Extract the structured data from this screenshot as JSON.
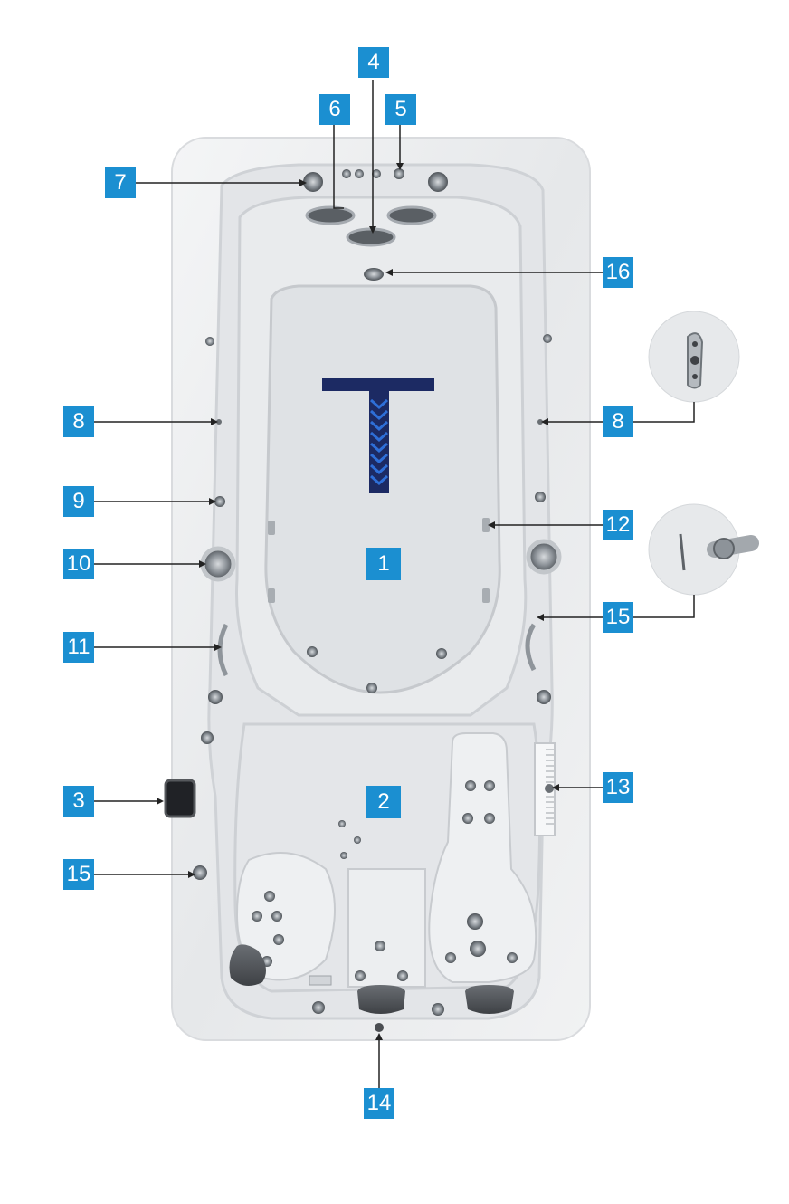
{
  "callouts": {
    "c1": "1",
    "c2": "2",
    "c3": "3",
    "c4": "4",
    "c5": "5",
    "c6": "6",
    "c7": "7",
    "c8_left": "8",
    "c8_right": "8",
    "c9": "9",
    "c10": "10",
    "c11": "11",
    "c12": "12",
    "c13": "13",
    "c14": "14",
    "c15_left": "15",
    "c15_right": "15",
    "c16": "16"
  },
  "colors": {
    "callout_bg": "#1b8fd1",
    "callout_text": "#ffffff",
    "leader_line": "#222222",
    "shell": "#eceef0",
    "shell_shadow": "#c9ccd1",
    "jet_metal": "#9aa0a6",
    "pillow_dark": "#4b4e52",
    "lane_navy": "#1c2a63",
    "lane_chevron": "#2e6fd8"
  }
}
